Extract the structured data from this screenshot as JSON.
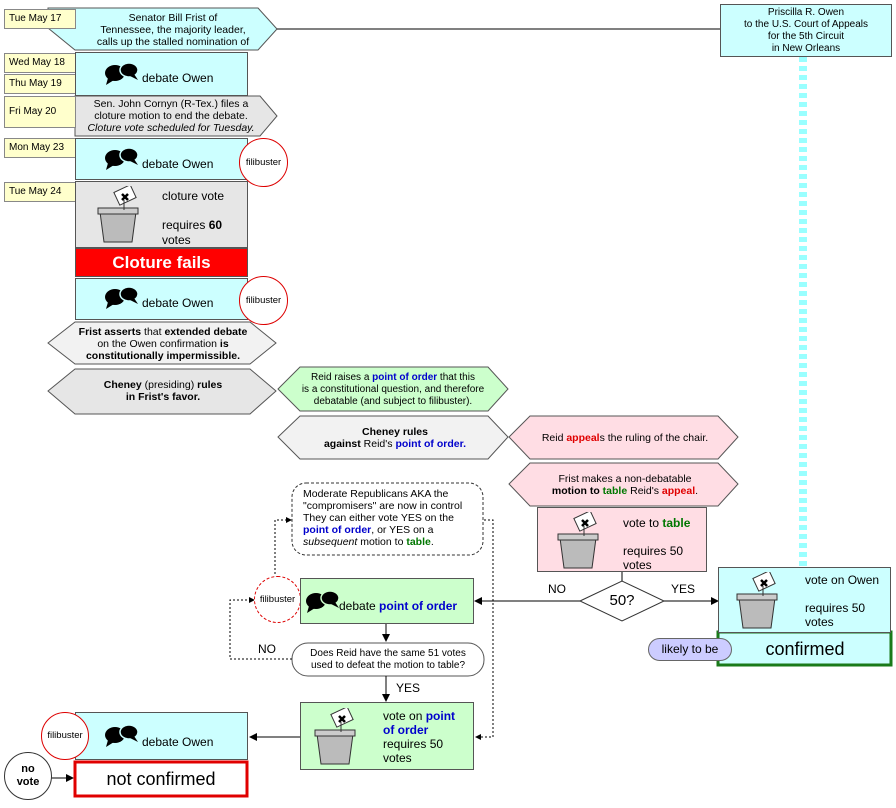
{
  "dates": {
    "d1": "Tue May 17",
    "d2": "Wed May 18",
    "d3": "Thu May 19",
    "d4": "Fri May 20",
    "d5": "Mon May 23",
    "d6": "Tue May 24"
  },
  "top": {
    "frist_line1": "Senator Bill Frist of",
    "frist_line2": "Tennessee, the majority leader,",
    "frist_line3": "calls up the stalled nomination of",
    "owen_line1": "Priscilla R. Owen",
    "owen_line2": "to the U.S. Court of Appeals",
    "owen_line3": "for the 5th Circuit",
    "owen_line4": "in New Orleans"
  },
  "debate": {
    "label": "debate Owen",
    "label2": "debate",
    "point": "point of order"
  },
  "cornyn": {
    "l1": "Sen. John Cornyn (R-Tex.) files a",
    "l2": "cloture motion to end the debate.",
    "l3": "Cloture vote scheduled for Tuesday."
  },
  "filibuster": "filibuster",
  "cloture": {
    "vote": "cloture vote",
    "requires": "requires ",
    "sixty": "60",
    "votes": "votes",
    "fails": "Cloture fails"
  },
  "frist_asserts": {
    "a": "Frist asserts",
    "b": " that ",
    "c": "extended debate",
    "d": "on the Owen confirmation ",
    "e": "is",
    "f": "constitutionally impermissible."
  },
  "cheney1": {
    "a": "Cheney",
    "b": " (presiding) ",
    "c": "rules",
    "d": "in Frist's favor."
  },
  "reid_raise": {
    "a": "Reid raises a ",
    "b": "point of order",
    "c": " that this",
    "d": "is a constitutional question, and therefore",
    "e": "debatable (and subject to filibuster)."
  },
  "cheney2": {
    "a": "Cheney rules",
    "b": "against ",
    "c": "Reid's ",
    "d": "point of order."
  },
  "appeal": {
    "a": "Reid ",
    "b": "appeal",
    "c": "s the ruling of the chair."
  },
  "table": {
    "a": "Frist makes a non-debatable",
    "b": "motion to ",
    "c": "table",
    "d": " Reid's ",
    "e": "appeal",
    "f": "."
  },
  "table_vote": {
    "a": "vote to ",
    "b": "table",
    "c": "requires 50",
    "d": "votes"
  },
  "fifty": "50?",
  "no": "NO",
  "yes": "YES",
  "vote_owen": {
    "a": "vote on Owen",
    "b": "requires 50",
    "c": "votes"
  },
  "likely": "likely to be",
  "confirmed": "confirmed",
  "moderates": {
    "l1": "Moderate Republicans AKA the",
    "l2": "\"compromisers\" are now in control",
    "l3": "They can either vote YES on the",
    "l4": "point of order",
    "l5": ", or YES on a",
    "l6": "subsequent",
    "l7": " motion to ",
    "l8": "table",
    "l9": "."
  },
  "reid_q": {
    "l1": "Does  Reid have the same 51 votes",
    "l2": "used to defeat the motion to table?"
  },
  "vote_point": {
    "a": "vote on ",
    "b": "point",
    "c": "of order",
    "d": "requires 50",
    "e": "votes"
  },
  "novote": {
    "a": "no",
    "b": "vote"
  },
  "not_confirmed": "not confirmed",
  "colors": {
    "cyan": "#ccffff",
    "gray": "#e6e6e6",
    "green": "#ccffcc",
    "pink": "#ffdde4",
    "red": "#ff0000",
    "date": "#ffffcc"
  }
}
